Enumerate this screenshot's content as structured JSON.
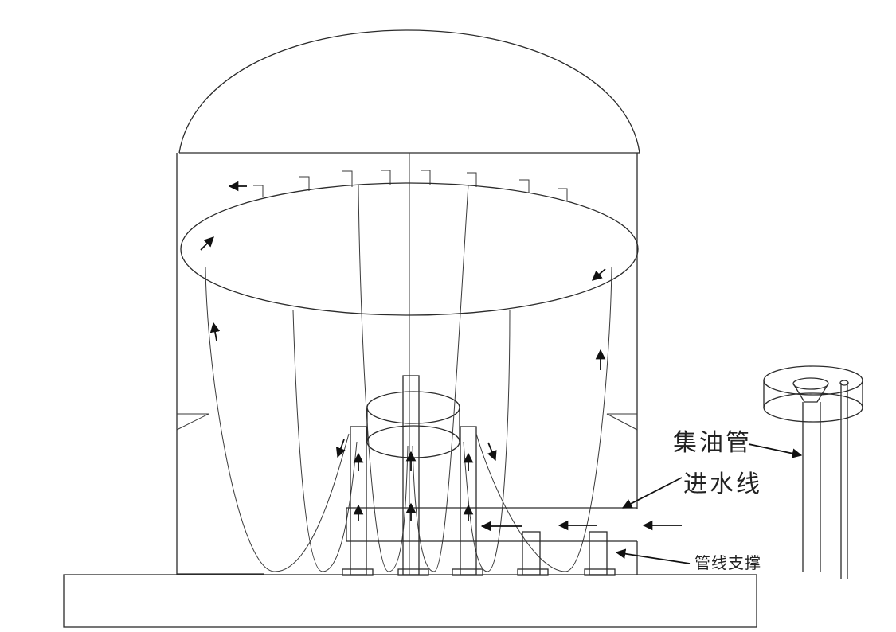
{
  "labels": {
    "oil_collection_pipe": "集油管",
    "water_inlet_line": "进水线",
    "pipeline_support": "管线支撑"
  },
  "colors": {
    "line": "#2b2b2b",
    "background": "#ffffff"
  }
}
